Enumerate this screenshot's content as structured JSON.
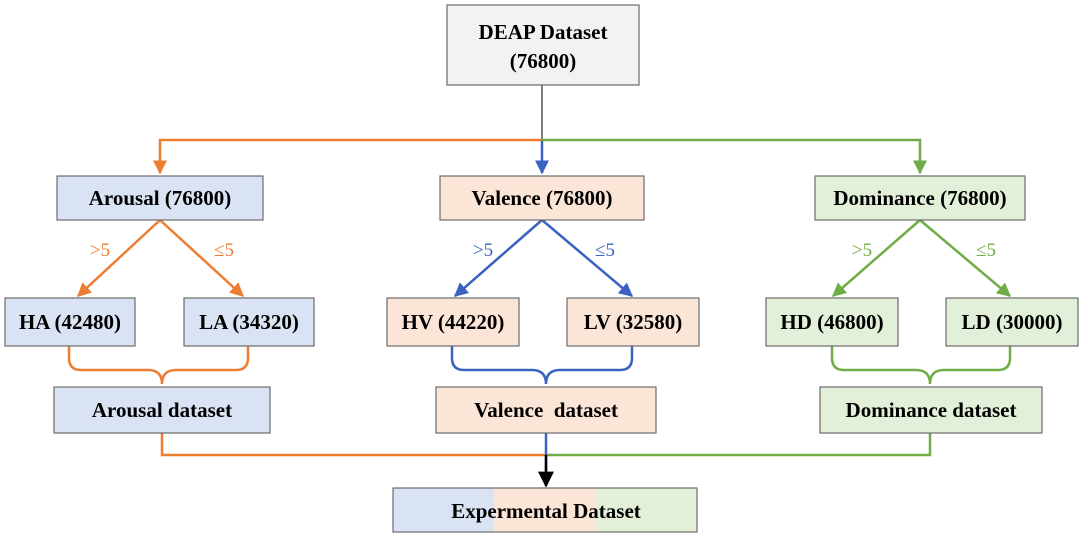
{
  "colors": {
    "orange": "#ED7D31",
    "blue": "#3A62C0",
    "green": "#70AD47",
    "gray": "#7F7F7F",
    "black": "#000000",
    "fill_gray": "#F2F2F2",
    "fill_blue": "#DAE3F3",
    "fill_orange": "#FBE5D6",
    "fill_green": "#E2F0D9"
  },
  "root": {
    "line1": "DEAP Dataset",
    "line2": "(76800)"
  },
  "branches": [
    {
      "name": "arousal",
      "label": "Arousal (76800)",
      "high": "HA (42480)",
      "low": "LA (34320)",
      "high_cond": ">5",
      "low_cond": "≤5",
      "dataset": "Arousal dataset"
    },
    {
      "name": "valence",
      "label": "Valence (76800)",
      "high": "HV (44220)",
      "low": "LV (32580)",
      "high_cond": ">5",
      "low_cond": "≤5",
      "dataset": "Valence  dataset"
    },
    {
      "name": "dominance",
      "label": "Dominance (76800)",
      "high": "HD (46800)",
      "low": "LD (30000)",
      "high_cond": ">5",
      "low_cond": "≤5",
      "dataset": "Dominance dataset"
    }
  ],
  "final": {
    "label": "Expermental Dataset"
  }
}
